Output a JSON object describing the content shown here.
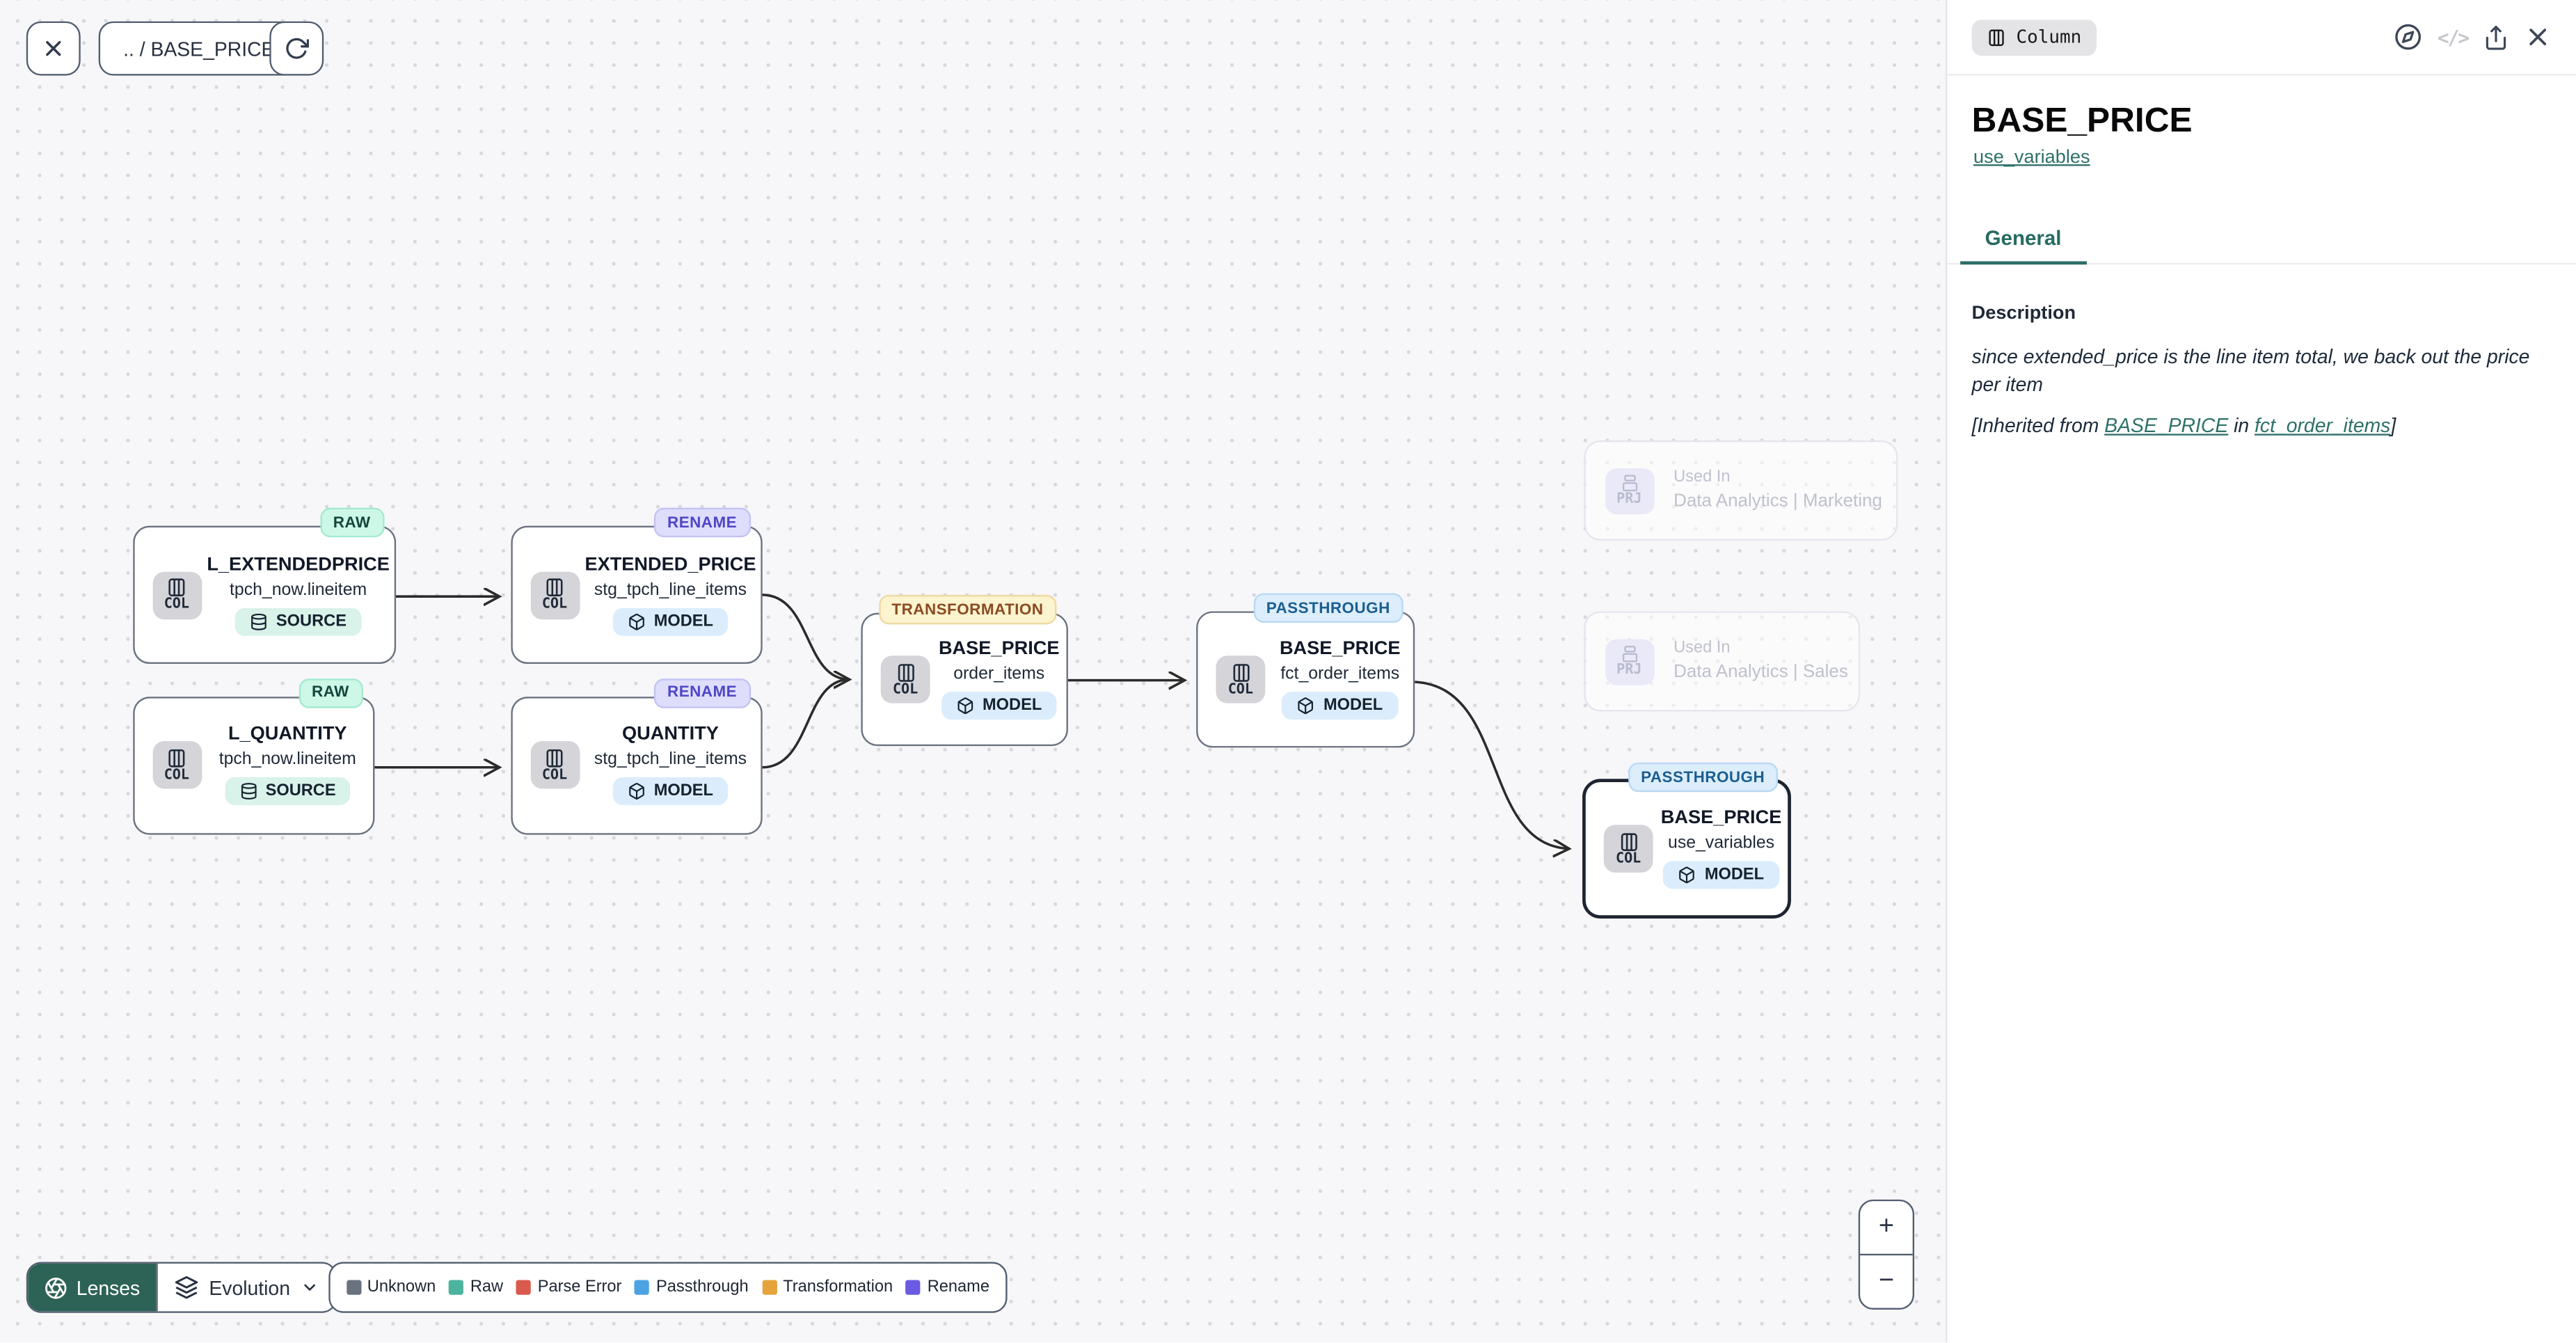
{
  "toolbar": {
    "breadcrumb": ".. / BASE_PRICE"
  },
  "panel": {
    "type_badge": "Column",
    "title": "BASE_PRICE",
    "subtitle_link": "use_variables",
    "tabs": [
      {
        "label": "General",
        "active": true
      }
    ],
    "section_title": "Description",
    "description": "since extended_price is the line item total, we back out the price per item",
    "inherited": {
      "prefix": "[Inherited from ",
      "column_link": "BASE_PRICE",
      "middle": " in ",
      "model_link": "fct_order_items",
      "suffix": "]"
    }
  },
  "nodes": [
    {
      "kind": "COL",
      "title": "L_EXTENDEDPRICE",
      "subtitle": "tpch_now.lineitem",
      "badge": "SOURCE",
      "tag": "RAW"
    },
    {
      "kind": "COL",
      "title": "EXTENDED_PRICE",
      "subtitle": "stg_tpch_line_items",
      "badge": "MODEL",
      "tag": "RENAME"
    },
    {
      "kind": "COL",
      "title": "L_QUANTITY",
      "subtitle": "tpch_now.lineitem",
      "badge": "SOURCE",
      "tag": "RAW"
    },
    {
      "kind": "COL",
      "title": "QUANTITY",
      "subtitle": "stg_tpch_line_items",
      "badge": "MODEL",
      "tag": "RENAME"
    },
    {
      "kind": "COL",
      "title": "BASE_PRICE",
      "subtitle": "order_items",
      "badge": "MODEL",
      "tag": "TRANSFORMATION"
    },
    {
      "kind": "COL",
      "title": "BASE_PRICE",
      "subtitle": "fct_order_items",
      "badge": "MODEL",
      "tag": "PASSTHROUGH"
    },
    {
      "kind": "COL",
      "title": "BASE_PRICE",
      "subtitle": "use_variables",
      "badge": "MODEL",
      "tag": "PASSTHROUGH"
    }
  ],
  "ghosts": [
    {
      "badge": "PRJ",
      "label": "Used In",
      "name": "Data Analytics | Marketing"
    },
    {
      "badge": "PRJ",
      "label": "Used In",
      "name": "Data Analytics | Sales"
    }
  ],
  "lenses": {
    "label": "Lenses",
    "mode": "Evolution"
  },
  "legend": {
    "items": [
      {
        "label": "Unknown",
        "color": "#6A7280"
      },
      {
        "label": "Raw",
        "color": "#4CB39E"
      },
      {
        "label": "Parse Error",
        "color": "#DB5A4E"
      },
      {
        "label": "Passthrough",
        "color": "#4BA3E3"
      },
      {
        "label": "Transformation",
        "color": "#E5A33B"
      },
      {
        "label": "Rename",
        "color": "#6A5BE2"
      }
    ]
  },
  "zoom_controls": {
    "zoom_in": "+",
    "zoom_out": "−"
  },
  "colors": {
    "accent_teal": "#2C6E66",
    "lenses_bg": "#2D6356",
    "edge": "#2B2B2B"
  }
}
